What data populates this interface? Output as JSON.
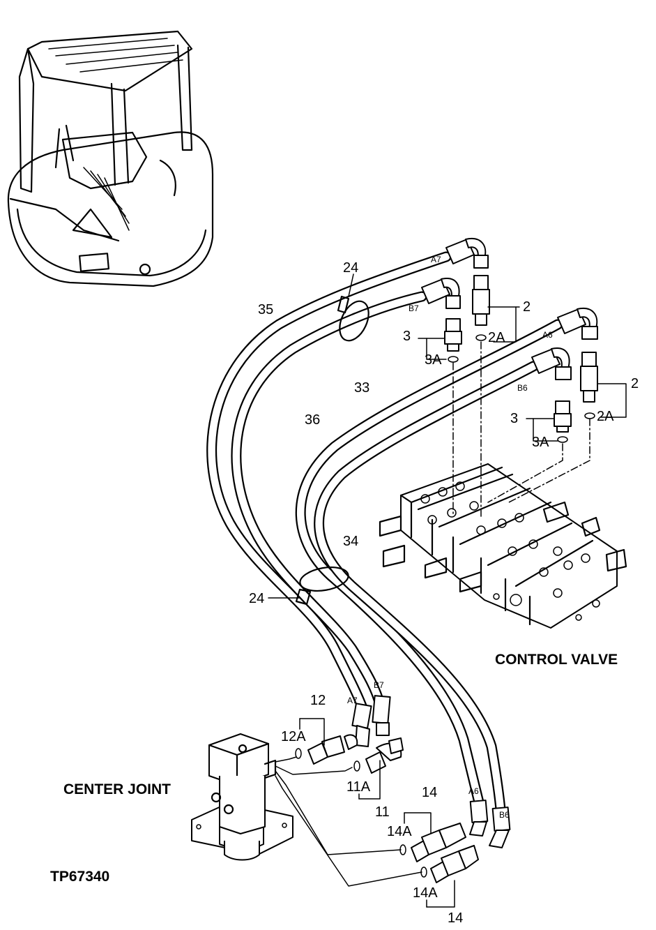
{
  "labels": {
    "control_valve": "CONTROL VALVE",
    "center_joint": "CENTER JOINT",
    "figure_id": "TP67340"
  },
  "callouts": {
    "c24_top": "24",
    "c24_mid": "24",
    "c35": "35",
    "c36": "36",
    "c33": "33",
    "c34": "34",
    "c2_a": "2",
    "c2a_a": "2A",
    "c3_a": "3",
    "c3a_a": "3A",
    "c2_b": "2",
    "c2a_b": "2A",
    "c3_b": "3",
    "c3a_b": "3A",
    "c12": "12",
    "c12a": "12A",
    "c11a": "11A",
    "c11": "11",
    "c14_top": "14",
    "c14a_top": "14A",
    "c14a_bot": "14A",
    "c14_bot": "14"
  },
  "ports": {
    "a7_top": "A7",
    "b7_top": "B7",
    "a6_top": "A6",
    "b6_top": "B6",
    "a7_bot": "A7",
    "b7_bot": "B7",
    "a6_bot": "A6",
    "b6_bot": "B6"
  }
}
